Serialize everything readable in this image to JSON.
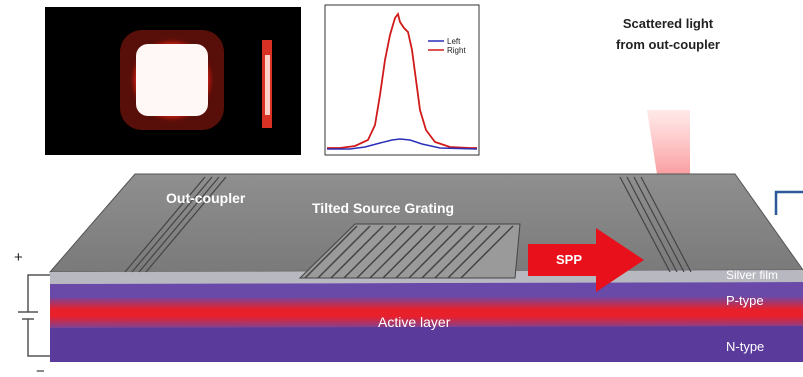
{
  "labels": {
    "scattered_line1": "Scattered light",
    "scattered_line2": "from out-coupler",
    "out_coupler": "Out-coupler",
    "tilted_grating": "Tilted Source Grating",
    "spp": "SPP",
    "silver_film": "Silver film",
    "p_type": "P-type",
    "active_layer": "Active layer",
    "n_type": "N-type",
    "plus": "+",
    "minus": "−"
  },
  "legend": {
    "left": "Left",
    "right": "Right"
  },
  "colors": {
    "left_series": "#2b2fb8",
    "right_series": "#d11a1a",
    "laser_glow": "#ff2a1a",
    "surface": "#8a8a8a",
    "substrate": "#5a3a9a",
    "spp_arrow": "#e8101a"
  },
  "icons": {
    "inset_graph_frame": "corner-bracket-icon"
  }
}
